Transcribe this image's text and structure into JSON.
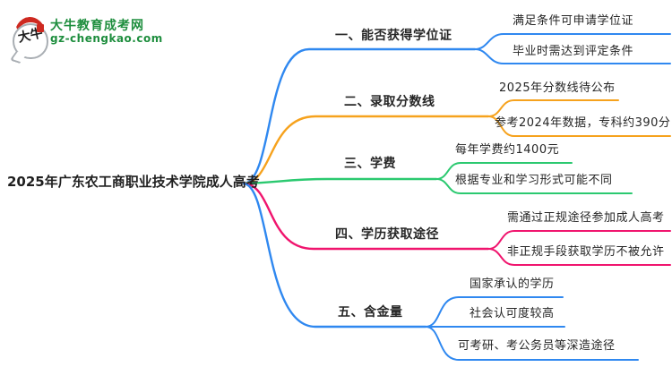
{
  "logo": {
    "site_name": "大牛教育成考网",
    "site_url": "gz-chengkao.com",
    "bubble_text": "大牛",
    "green": "#1e8e3e",
    "red": "#ce2920"
  },
  "root": {
    "label": "2025年广东农工商职业技术学院成人高考"
  },
  "colors": {
    "blue": "#2f88f0",
    "orange": "#f6a21d",
    "green": "#2bc970",
    "pink": "#f0156e",
    "text": "#262626"
  },
  "branches": [
    {
      "label": "一、能否获得学位证",
      "color": "blue",
      "children": [
        "满足条件可申请学位证",
        "毕业时需达到评定条件"
      ]
    },
    {
      "label": "二、录取分数线",
      "color": "orange",
      "children": [
        "2025年分数线待公布",
        "参考2024年数据，专科约390分"
      ]
    },
    {
      "label": "三、学费",
      "color": "green",
      "children": [
        "每年学费约1400元",
        "根据专业和学习形式可能不同"
      ]
    },
    {
      "label": "四、学历获取途径",
      "color": "pink",
      "children": [
        "需通过正规途径参加成人高考",
        "非正规手段获取学历不被允许"
      ]
    },
    {
      "label": "五、含金量",
      "color": "blue",
      "children": [
        "国家承认的学历",
        "社会认可度较高",
        "可考研、考公务员等深造途径"
      ]
    }
  ]
}
